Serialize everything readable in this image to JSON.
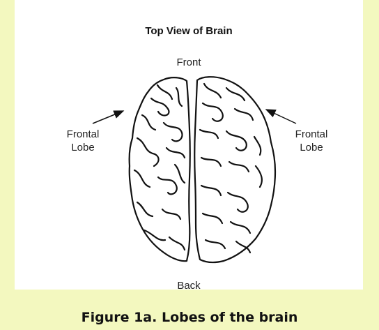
{
  "diagram": {
    "title": "Top View of Brain",
    "labels": {
      "front": "Front",
      "back": "Back",
      "left_line1": "Frontal",
      "left_line2": "Lobe",
      "right_line1": "Frontal",
      "right_line2": "Lobe"
    }
  },
  "caption": "Figure 1a. Lobes of the brain"
}
